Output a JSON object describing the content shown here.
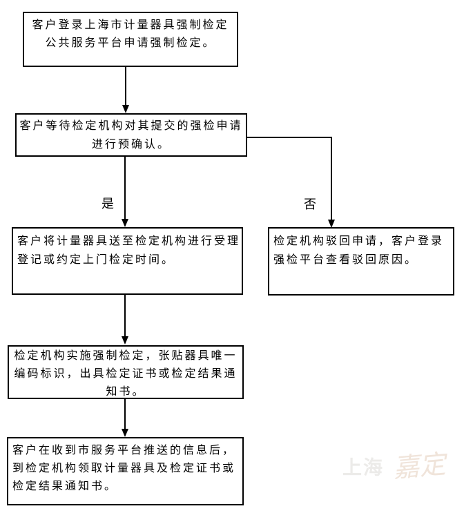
{
  "page": {
    "background_color": "#ffffff",
    "box_border_color": "#000000",
    "text_color": "#000000"
  },
  "flowchart": {
    "steps": [
      {
        "id": "apply",
        "text": "客户登录上海市计量器具强制检定\n公共服务平台申请强制检定。"
      },
      {
        "id": "wait-preconfirm",
        "text": "客户等待检定机构对其提交的强检申请\n进行预确认。"
      },
      {
        "id": "send-instrument",
        "text": "客户将计量器具送至检定机构进行受理\n登记或约定上门检定时间。"
      },
      {
        "id": "rejected",
        "text": "检定机构驳回申请，客户登录\n强检平台查看驳回原因。"
      },
      {
        "id": "perform-verification",
        "text": "检定机构实施强制检定，张贴器具唯一\n编码标识，出具检定证书或检定结果通\n知书。"
      },
      {
        "id": "collect-results",
        "text": "客户在收到市服务平台推送的信息后，\n到检定机构领取计量器具及检定证书或\n检定结果通知书。"
      }
    ],
    "branch_labels": {
      "yes": "是",
      "no": "否"
    }
  },
  "watermark": {
    "plain_text": "上海",
    "script_text": "嘉定",
    "plain_color": "#ecebe9",
    "script_color": "#f0e4da"
  }
}
